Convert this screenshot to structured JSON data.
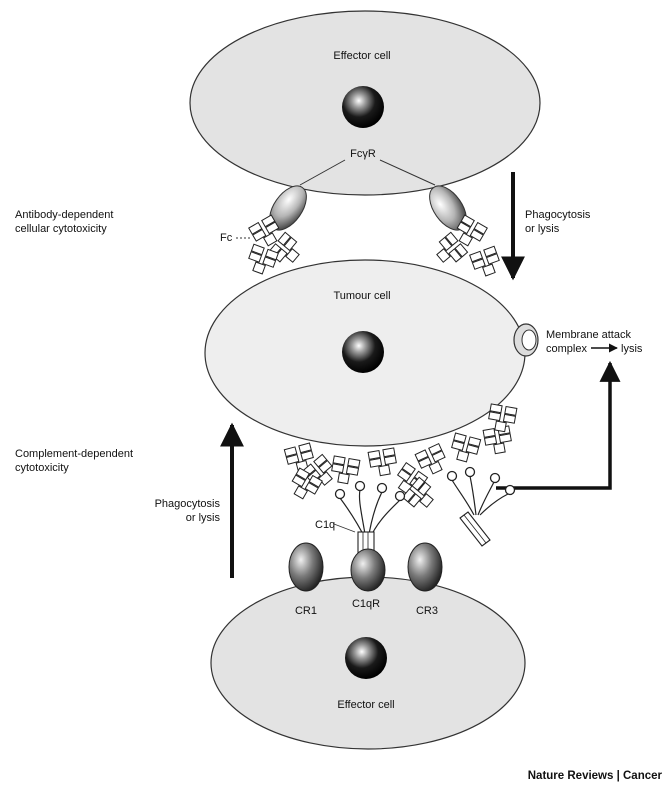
{
  "figure": {
    "top_cell_label": "Effector cell",
    "fc_receptor_label": "FcγR",
    "adcc_label_1": "Antibody-dependent",
    "adcc_label_2": "cellular cytotoxicity",
    "fc_label": "Fc",
    "phago_top_1": "Phagocytosis",
    "phago_top_2": "or lysis",
    "tumour_label": "Tumour cell",
    "mac_label_1": "Membrane attack",
    "mac_label_2": "complex",
    "mac_label_3": "lysis",
    "cdc_label_1": "Complement-dependent",
    "cdc_label_2": "cytotoxicity",
    "phago_bottom_1": "Phagocytosis",
    "phago_bottom_2": "or lysis",
    "c1q_label": "C1q",
    "c1qr_label": "C1qR",
    "cr1_label": "CR1",
    "cr3_label": "CR3",
    "bottom_cell_label": "Effector cell",
    "credit": "Nature Reviews | Cancer"
  },
  "colors": {
    "cell_fill": "#e3e3e3",
    "outline": "#222222",
    "arrow": "#111111"
  }
}
